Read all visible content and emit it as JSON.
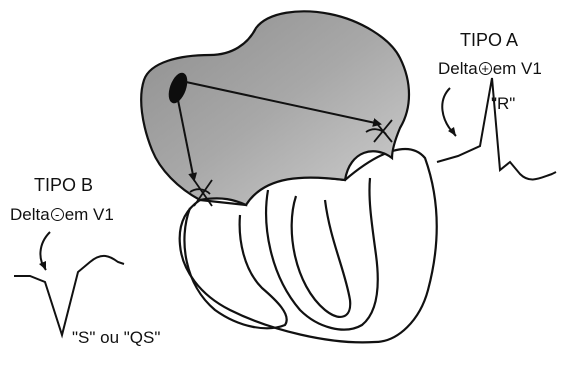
{
  "type_a": {
    "title": "TIPO A",
    "delta_prefix": "Delta",
    "sign": "+",
    "delta_suffix": "em V1",
    "wave_label": "\"R\""
  },
  "type_b": {
    "title": "TIPO B",
    "delta_prefix": "Delta",
    "sign": "-",
    "delta_suffix": "em V1",
    "wave_label": "\"S\" ou \"QS\""
  }
}
